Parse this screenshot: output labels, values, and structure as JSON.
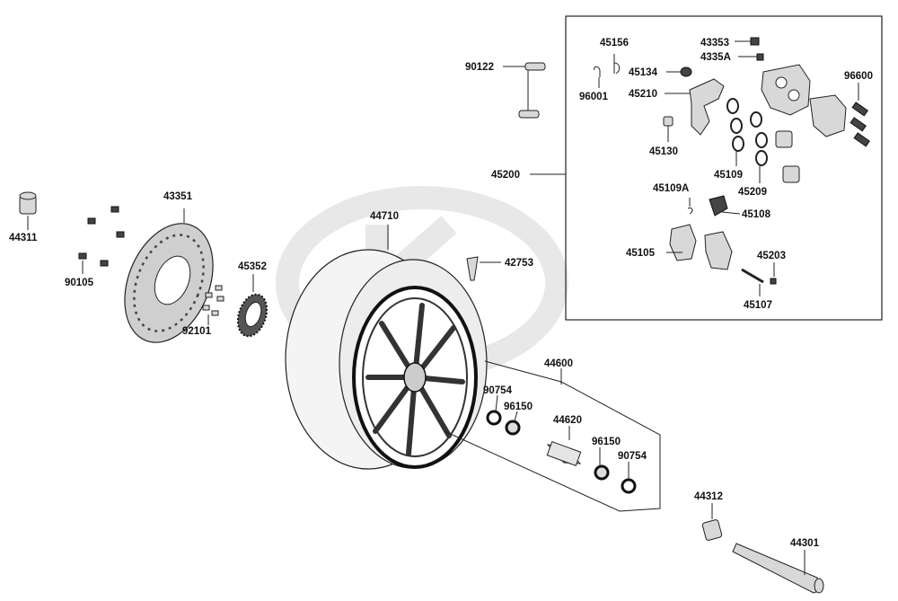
{
  "diagram": {
    "callouts": {
      "p44311": "44311",
      "p43351": "43351",
      "p90105": "90105",
      "p92101": "92101",
      "p45352": "45352",
      "p44710": "44710",
      "p42753": "42753",
      "p90122": "90122",
      "p45200": "45200",
      "p45156": "45156",
      "p45134": "45134",
      "p96001": "96001",
      "p45210": "45210",
      "p45130": "45130",
      "p43353": "43353",
      "p4335A": "4335A",
      "p96600": "96600",
      "p45109": "45109",
      "p45209": "45209",
      "p45109A": "45109A",
      "p45108": "45108",
      "p45105": "45105",
      "p45203": "45203",
      "p45107": "45107",
      "p44600": "44600",
      "p90754a": "90754",
      "p96150a": "96150",
      "p44620": "44620",
      "p96150b": "96150",
      "p90754b": "90754",
      "p44312": "44312",
      "p44301": "44301"
    },
    "watermark_icon": "kymco-logo-watermark"
  }
}
